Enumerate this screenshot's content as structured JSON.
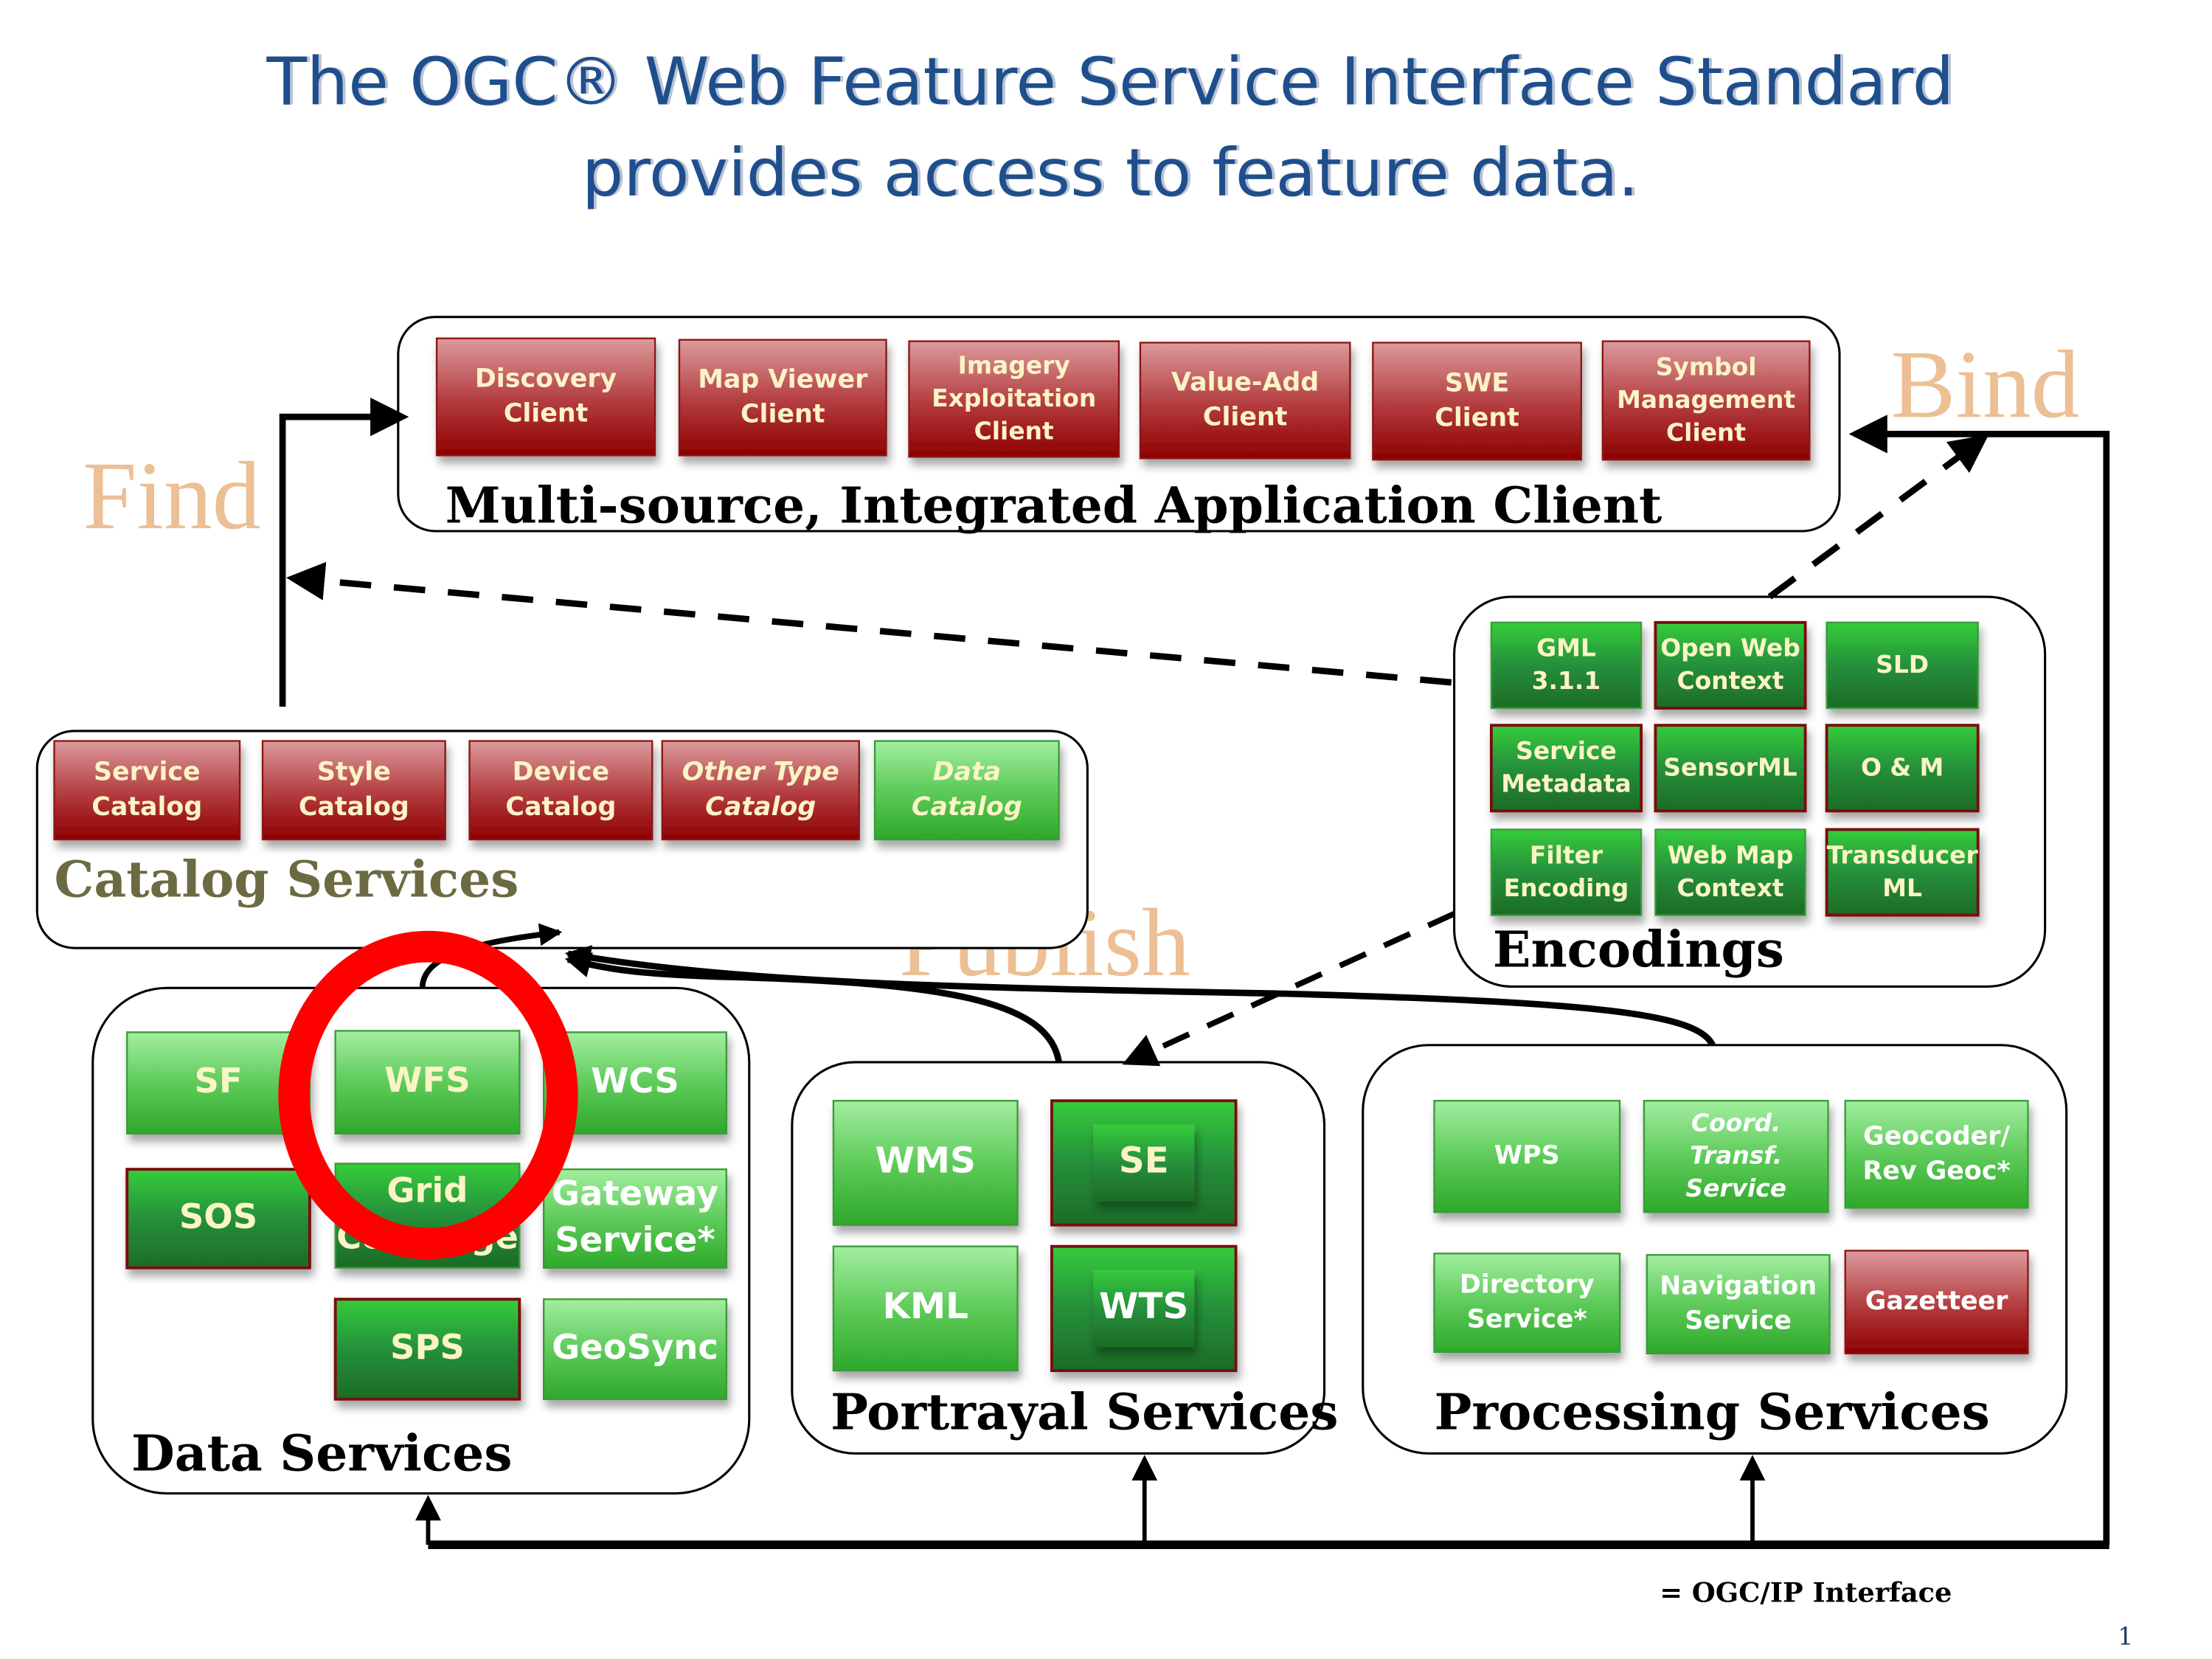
{
  "title": {
    "line1": "The OGC® Web Feature Service Interface Standard",
    "line2": "provides access to feature data."
  },
  "verbs": {
    "find": "Find",
    "bind": "Bind",
    "publish": "Publish"
  },
  "colors": {
    "title": "#1f4e8c",
    "verb": "#ecbf94",
    "red_box_top": "#dc9a9c",
    "red_box_bottom": "#8e0000",
    "light_green_top": "#a3eea0",
    "light_green_bottom": "#2ea82a",
    "dark_green_top": "#35cc3a",
    "dark_green_bottom": "#1d6b26",
    "highlight_circle": "#ff0000",
    "catalog_label": "#6b6a42"
  },
  "client_group": {
    "label": "Multi-source, Integrated Application Client",
    "items": [
      {
        "lines": [
          "Discovery",
          "Client"
        ]
      },
      {
        "lines": [
          "Map Viewer",
          "Client"
        ]
      },
      {
        "lines": [
          "Imagery",
          "Exploitation",
          "Client"
        ]
      },
      {
        "lines": [
          "Value-Add",
          "Client"
        ]
      },
      {
        "lines": [
          "SWE",
          "Client"
        ]
      },
      {
        "lines": [
          "Symbol",
          "Management",
          "Client"
        ]
      }
    ]
  },
  "catalog_group": {
    "label": "Catalog Services",
    "items": [
      {
        "lines": [
          "Service",
          "Catalog"
        ]
      },
      {
        "lines": [
          "Style",
          "Catalog"
        ]
      },
      {
        "lines": [
          "Device",
          "Catalog"
        ]
      },
      {
        "lines": [
          "Other Type",
          "Catalog"
        ]
      },
      {
        "lines": [
          "Data",
          "Catalog"
        ]
      }
    ]
  },
  "encodings_group": {
    "label": "Encodings",
    "items": [
      {
        "lines": [
          "GML",
          "3.1.1"
        ]
      },
      {
        "lines": [
          "Open Web",
          "Context"
        ]
      },
      {
        "lines": [
          "SLD"
        ]
      },
      {
        "lines": [
          "Service",
          "Metadata"
        ]
      },
      {
        "lines": [
          "SensorML"
        ]
      },
      {
        "lines": [
          "O & M"
        ]
      },
      {
        "lines": [
          "Filter",
          "Encoding"
        ]
      },
      {
        "lines": [
          "Web Map",
          "Context"
        ]
      },
      {
        "lines": [
          "Transducer",
          "ML"
        ]
      }
    ]
  },
  "data_group": {
    "label": "Data Services",
    "highlighted": "WFS",
    "items": [
      {
        "lines": [
          "SF"
        ]
      },
      {
        "lines": [
          "WFS"
        ]
      },
      {
        "lines": [
          "WCS"
        ]
      },
      {
        "lines": [
          "SOS"
        ]
      },
      {
        "lines": [
          "Grid",
          "Coverage"
        ]
      },
      {
        "lines": [
          "Gateway",
          "Service*"
        ]
      },
      {
        "lines": [
          "SPS"
        ]
      },
      {
        "lines": [
          "GeoSync"
        ]
      }
    ]
  },
  "portrayal_group": {
    "label": "Portrayal Services",
    "items": [
      {
        "lines": [
          "WMS"
        ]
      },
      {
        "lines": [
          "SE"
        ]
      },
      {
        "lines": [
          "KML"
        ]
      },
      {
        "lines": [
          "WTS"
        ]
      }
    ]
  },
  "processing_group": {
    "label": "Processing Services",
    "items": [
      {
        "lines": [
          "WPS"
        ]
      },
      {
        "lines": [
          "Coord.",
          "Transf.",
          "Service"
        ]
      },
      {
        "lines": [
          "Geocoder/",
          "Rev Geoc*"
        ]
      },
      {
        "lines": [
          "Directory",
          "Service*"
        ]
      },
      {
        "lines": [
          "Navigation",
          "Service"
        ]
      },
      {
        "lines": [
          "Gazetteer"
        ]
      }
    ]
  },
  "legend": {
    "text": "= OGC/IP Interface"
  },
  "page_number": "1"
}
